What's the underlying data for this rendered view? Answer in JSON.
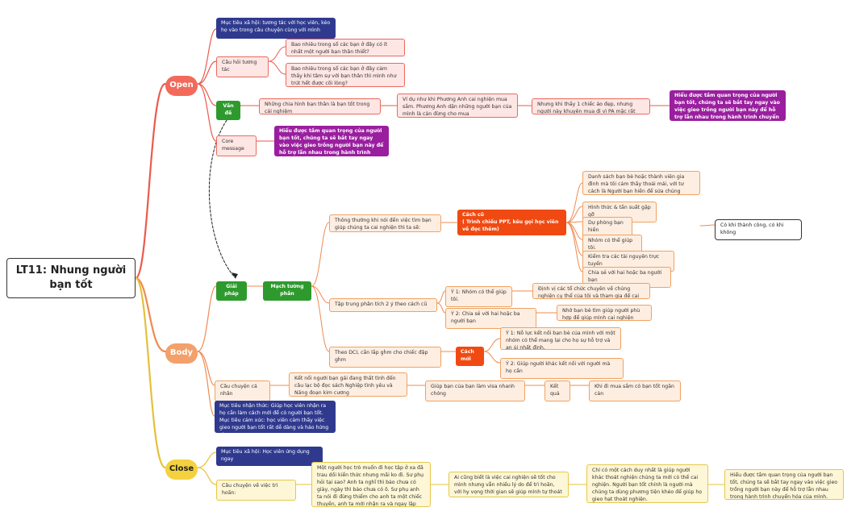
{
  "root": "LT11: Nhung người bạn tốt",
  "open": {
    "title": "Open",
    "goal_social": "Mục tiêu xã hội: tương tác với học viên, kéo họ vào trong câu chuyện cùng với mình",
    "interactive_q": "Câu hỏi tương tác",
    "q1": "Bao nhiêu trong số các bạn ở đây có ít nhất một người bạn thân thiết?",
    "q2": "Bao nhiêu trong số các bạn ở đây cảm thấy khi tâm sự với bạn thân thì mình như trút hết được cõi lòng?",
    "issue": "Vấn đề",
    "issue_text": "Những chia hình bạn thân là bạn tốt trong cái nghiệm",
    "example": "Ví dụ như khi Phương Anh cai nghiện mua sắm. Phương Anh dặn những người bạn của mình là cản đừng cho mua",
    "example2": "Nhưng khi thấy 1 chiếc áo đẹp, nhưng người này khuyên mua đi vì PA mặc rất hợp",
    "insight": "Hiểu được tầm quan trọng của người bạn tốt, chúng ta sẽ bắt tay ngay vào việc gieo trồng người bạn này để hỗ trợ lẫn nhau trong hành trình chuyển hóa của mình.",
    "core": "Core message",
    "core_text": "Hiểu được tầm quan trọng của người bạn tốt, chúng ta sẽ bắt tay ngay vào việc gieo trồng người bạn này để hỗ trợ lẫn nhau trong hành trình chuyển hóa của mình."
  },
  "body": {
    "title": "Body",
    "solution": "Giải pháp",
    "flow": "Mạch tường phần",
    "think": "Thông thường khi nói đến việc tìm bạn giúp chúng ta cai nghiện thì ta sẽ:",
    "old_way": "Cách cũ\n( Trình chiếu PPT, kêu gọi học viên về đọc thêm)",
    "list": [
      "Danh sách bạn bè hoặc thành viên gia đình mà tôi cảm thấy thoải mái, với tư cách là Người bạn hiền để sửa chúng nghiện của tôi.",
      "Hình thức & tần suất gặp gỡ",
      "Dự phòng bạn hiền",
      "Nhóm có thể giúp tôi.",
      "Kiểm tra các tài nguyên trực tuyến",
      "Chia sẻ với hai hoặc ba người bạn"
    ],
    "list_result": "Có khi thành công, có khi không",
    "focus": "Tập trung phân tích 2 ý theo cách cũ",
    "y1": "Ý 1: Nhóm có thể giúp tôi.",
    "y1_text": "Định vị các tổ chức chuyên về chúng nghiện cụ thể của tôi và tham gia để cai nghiện",
    "y2": "Ý 2: Chia sẻ với hai hoặc ba người bạn",
    "y2_text": "Nhờ bạn bè tìm giúp người phù hợp để giúp mình cai nghiện",
    "dci": "Theo DCI, cần lắp gh́m cho chiếc đập gh́m",
    "new_way": "Cách mới",
    "n1": "Ý 1: Nỗ lực kết nối bạn bè của mình với một nhóm có thể mang lại cho họ sự hỗ trợ và an ủi nhất định,",
    "n2": "Ý 2: Giúp người khác kết nối với người mà họ cần",
    "story": "Câu chuyện cá nhân",
    "story_text": "Kết nối người bạn gái đang thất tình đến câu lạc bộ đọc sách Nghiệp tình yêu và Năng đoạn kim cương",
    "help": "Giúp bạn của bạn làm visa nhanh chóng",
    "result": "Kết quả",
    "result_text": "Khi đi mua sắm có bạn tốt ngăn cản",
    "goal": "Mục tiêu nhận thức: Giúp học viên nhận ra họ cần làm cách mới để có người bạn tốt.\nMục tiêu cảm xúc: học viên cảm thấy việc gieo người bạn tốt rất dễ dàng và háo hứng gieo ngay"
  },
  "close": {
    "title": "Close",
    "goal": "Mục tiêu xã hội: Học viên ứng dụng ngay",
    "story": "Câu chuyện về việc trì hoãn:",
    "s1": "Một người học trò muốn đi học tập ở xa đã trau dồi kiến thức nhưng mãi ko đi. Sư phụ hỏi tại sao? Anh ta nghĩ thì bảo chưa có giày, ngày thì bảo chưa có ô. Sư phụ anh ta nói đi đừng thiếm cho anh ta một chiếc thuyền, anh ta mới nhận ra và ngay lập tức lên đường",
    "s2": "Ai cũng biết là việc cai nghiện sẽ tốt cho mình nhưng vẫn nhiều lý do để trì hoãn, với hy vọng thời gian sẽ giúp mình tự thoát nghiện.",
    "s3": "Chỉ có một cách duy nhất là giúp người khác thoát nghiện chúng ta mới có thể cai nghiện. Người bạn tốt chính là người mà chúng ta dùng phương tiện khéo để giúp họ gieo hạt thoát nghiện.",
    "s4": "Hiểu được tầm quan trọng của người bạn tốt, chúng ta sẽ bắt tay ngay vào việc gieo trồng người bạn này để hỗ trợ lẫn nhau trong hành trình chuyển hóa của mình."
  }
}
